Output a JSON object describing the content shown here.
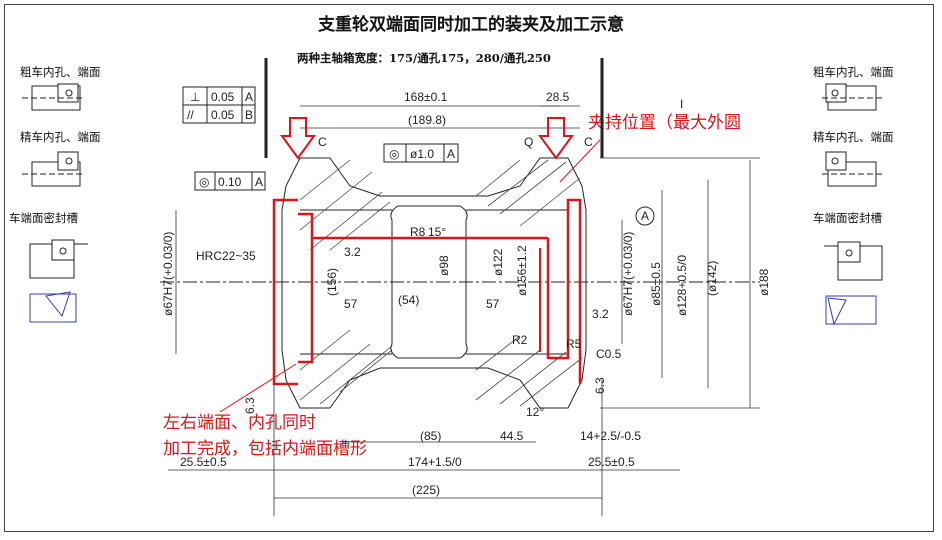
{
  "title": "支重轮双端面同时加工的装夹及加工示意",
  "spindle_box_width_note": "两种主轴箱宽度：175/通孔175，280/通孔250",
  "left_tools": {
    "rough": "粗车内孔、端面",
    "finish": "精车内孔、端面",
    "seal_groove": "车端面密封槽"
  },
  "right_tools": {
    "rough": "粗车内孔、端面",
    "finish": "精车内孔、端面",
    "seal_groove": "车端面密封槽"
  },
  "annotations": {
    "clamp_position": "夹持位置（最大外圆",
    "process_line1": "左右端面、内孔同时",
    "process_line2": "加工完成，包括内端面槽形"
  },
  "tolerance_frames": {
    "perp": {
      "symbol": "⊥",
      "value": "0.05",
      "datum": "A"
    },
    "parallel": {
      "symbol": "//",
      "value": "0.05",
      "datum": "B"
    },
    "coaxial_top": {
      "symbol": "◎",
      "value": "ø1.0",
      "datum": "A"
    },
    "coaxial_left": {
      "symbol": "◎",
      "value": "0.10",
      "datum": "A"
    }
  },
  "dimensions": {
    "top_168": "168±0.1",
    "top_1898": "(189.8)",
    "top_285": "28.5",
    "hrc": "HRC22~35",
    "d67_left": "ø67H7(+0.03/0)",
    "d67_right": "ø67H7(+0.03/0)",
    "d156_left": "(156)",
    "d98": "ø98",
    "d122": "ø122",
    "d156": "ø156±1.2",
    "d85": "ø85±0.5",
    "d128": "ø128+0.5/0",
    "d142": "(ø142)",
    "d188": "ø188",
    "r8": "R8",
    "deg15": "15°",
    "deg12": "12°",
    "n57_left": "57",
    "n54": "(54)",
    "n57_right": "57",
    "r2": "R2",
    "r5": "R5",
    "c05": "C0.5",
    "r32_a": "3.2",
    "r32_b": "3.2",
    "r63_a": "6.3",
    "r63_b": "6.3",
    "d85_bottom": "(85)",
    "d445": "44.5",
    "d14": "14+2.5/-0.5",
    "d255_left": "25.5±0.5",
    "d174": "174+1.5/0",
    "d255_right": "25.5±0.5",
    "d225": "(225)",
    "label_c_left": "C",
    "label_q": "Q",
    "label_c_right": "C",
    "label_a": "A",
    "label_i": "I"
  },
  "colors": {
    "markup": "#d9161e",
    "drawing": "#222222"
  }
}
